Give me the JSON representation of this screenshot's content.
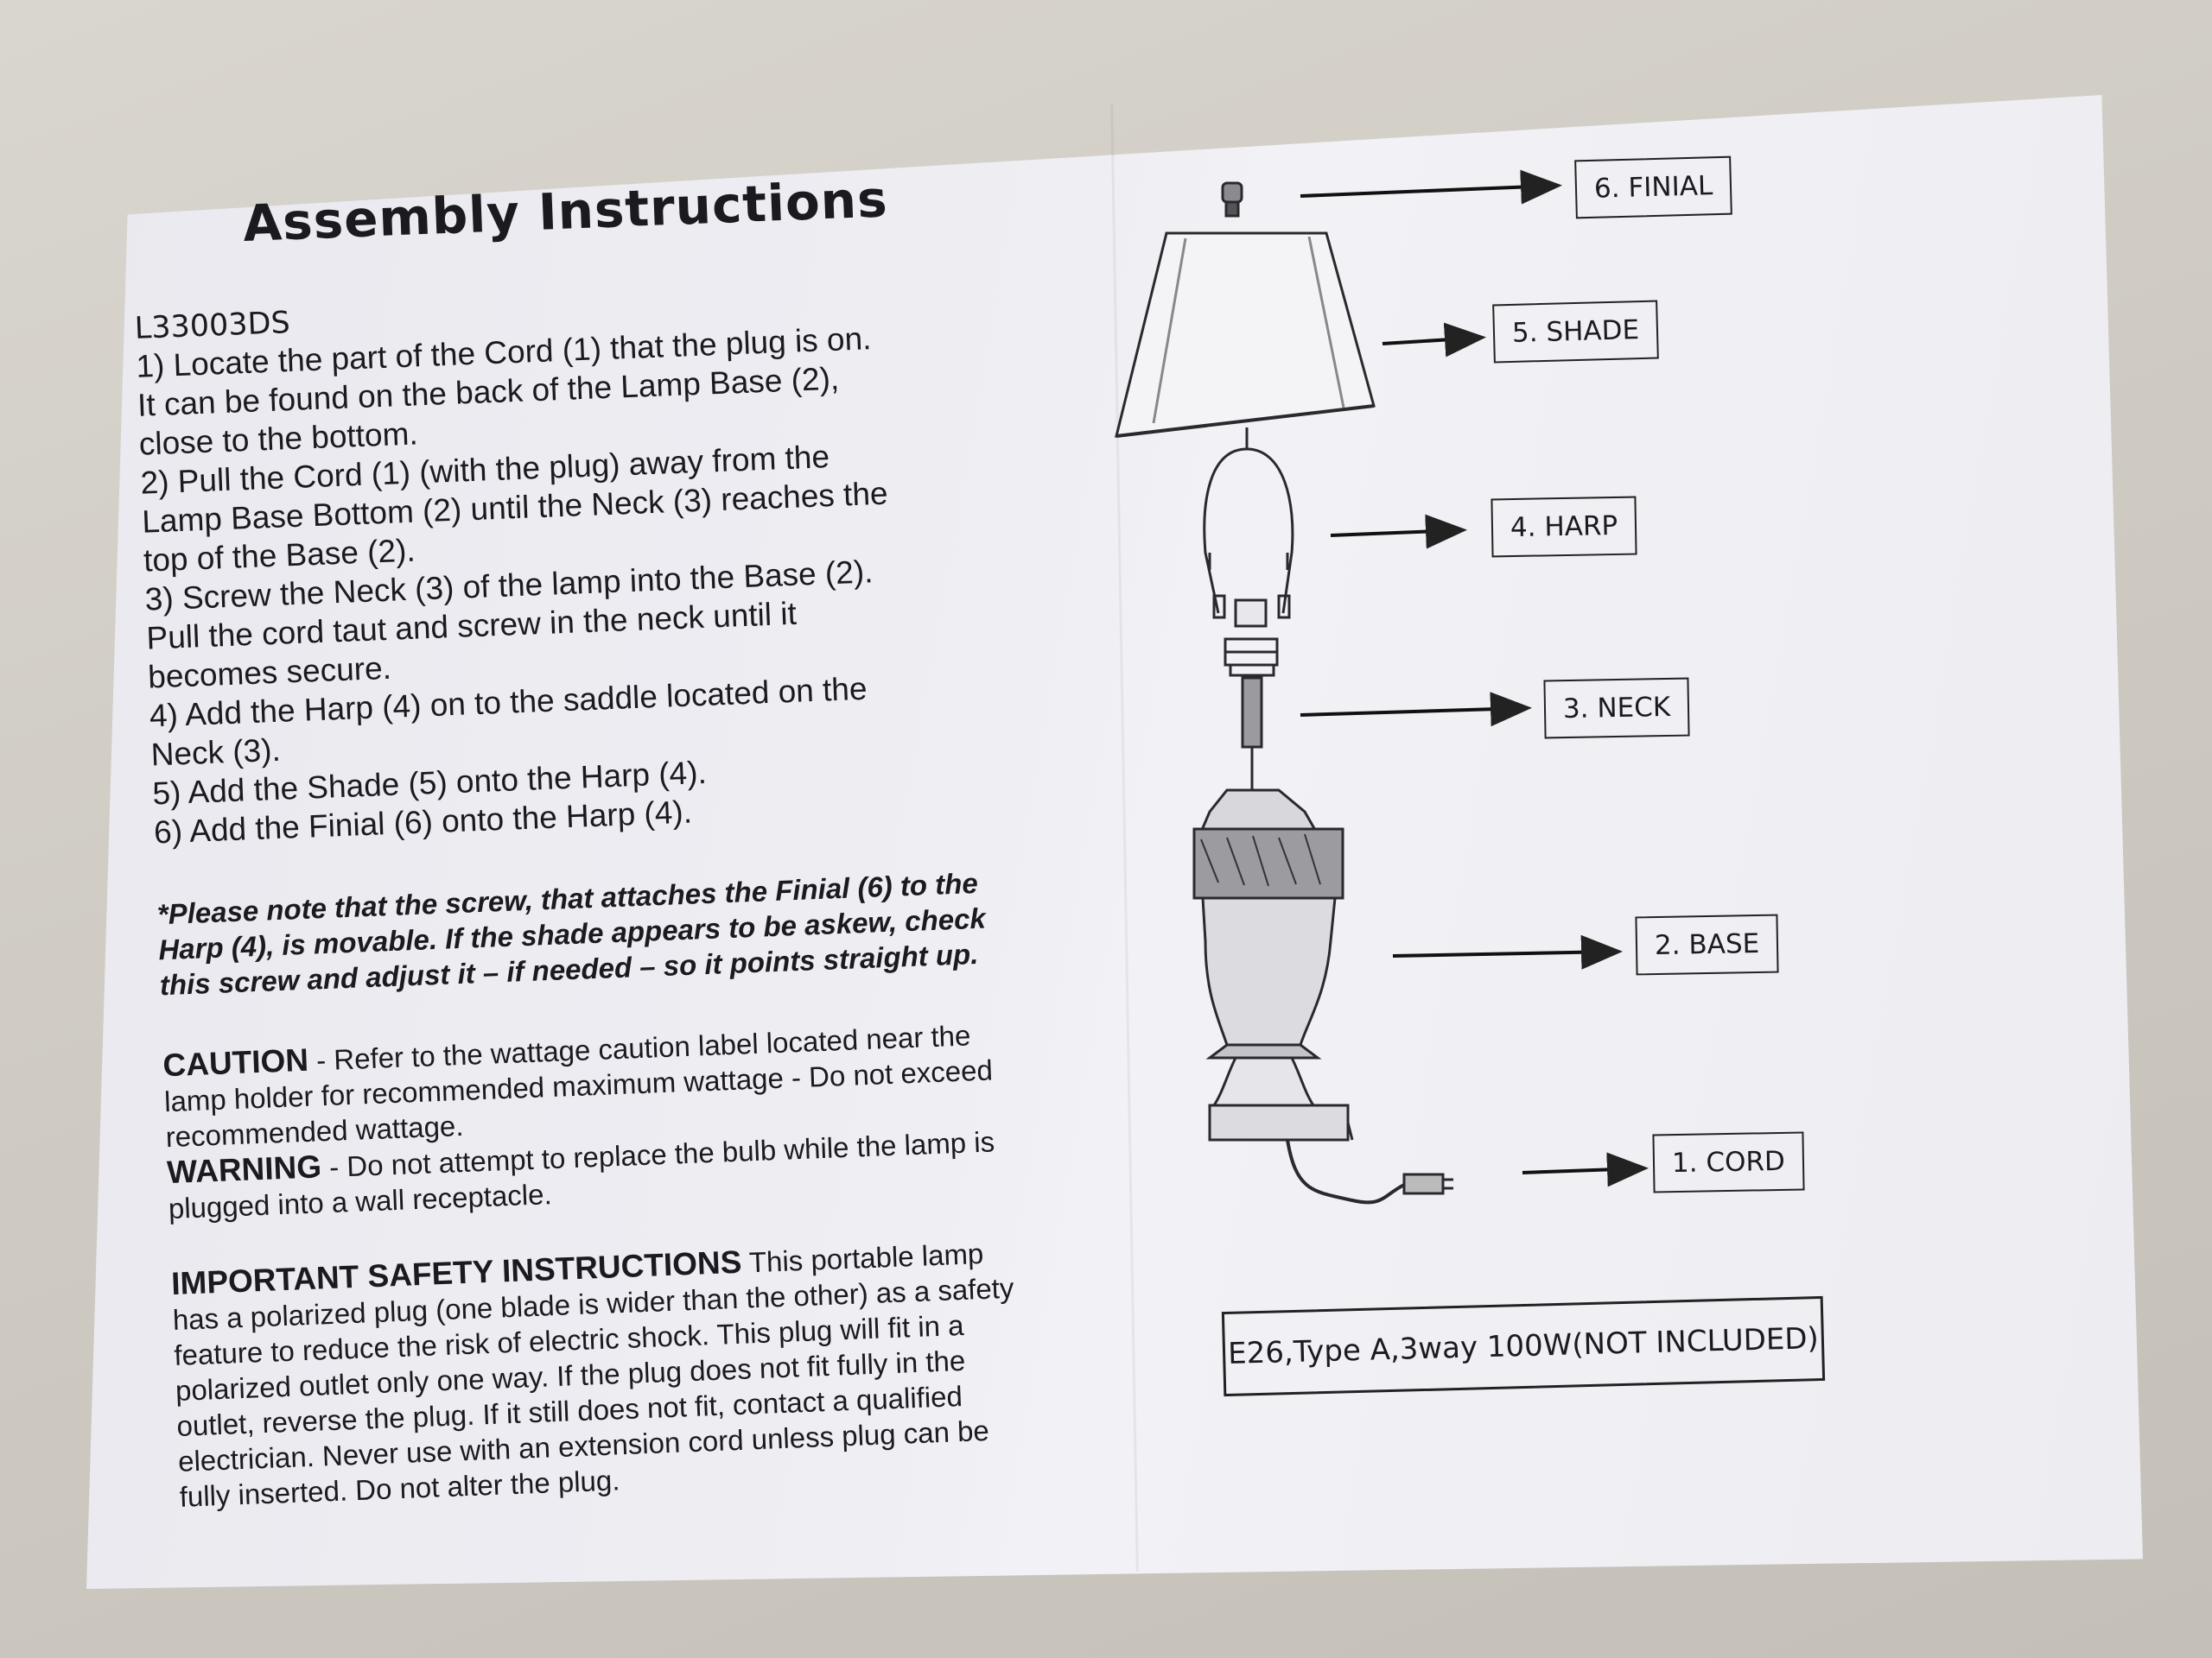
{
  "document": {
    "title": "Assembly Instructions",
    "model": "L33003DS",
    "steps": [
      "1) Locate the part of the Cord (1) that the plug is on.",
      "It can be found on the back of the Lamp Base (2),",
      "close to the bottom.",
      "2) Pull the Cord (1) (with the plug) away from the",
      "Lamp Base Bottom (2) until the Neck (3) reaches the",
      "top of the Base (2).",
      "3) Screw the Neck (3) of the lamp into the Base (2).",
      "Pull the cord taut and screw in the neck until it",
      "becomes secure.",
      "4) Add the Harp (4) on to the saddle located on the",
      "Neck (3).",
      "5) Add the Shade (5) onto the Harp (4).",
      "6) Add the Finial (6) onto the Harp (4)."
    ],
    "note": [
      "*Please note that the screw, that attaches the Finial (6) to the",
      "Harp (4), is movable. If the shade appears to be askew, check",
      "this screw and adjust it – if needed – so it points straight up."
    ],
    "caution": {
      "heading": "CAUTION",
      "lines": [
        " - Refer to the wattage caution label located near the",
        "lamp holder for recommended maximum wattage - Do not exceed",
        "recommended wattage."
      ]
    },
    "warning": {
      "heading": "WARNING",
      "lines": [
        " - Do not attempt to replace the bulb while the lamp is",
        "plugged into a wall receptacle."
      ]
    },
    "safety": {
      "heading": "IMPORTANT SAFETY INSTRUCTIONS",
      "lines": [
        " This portable lamp",
        "has a polarized plug (one blade is wider than the other) as a safety",
        "feature to reduce the risk of electric shock. This plug will fit in a",
        "polarized outlet only one way. If the plug does not fit fully in the",
        "outlet, reverse the plug. If it still does not fit, contact a qualified",
        "electrician. Never use with an extension cord unless plug can be",
        "fully inserted. Do not alter the plug."
      ]
    }
  },
  "diagram": {
    "parts": [
      {
        "label": "6. FINIAL"
      },
      {
        "label": "5. SHADE"
      },
      {
        "label": "4. HARP"
      },
      {
        "label": "3. NECK"
      },
      {
        "label": "2. BASE"
      },
      {
        "label": "1. CORD"
      }
    ],
    "bulb_note": "E26,Type A,3way 100W(NOT INCLUDED)"
  }
}
